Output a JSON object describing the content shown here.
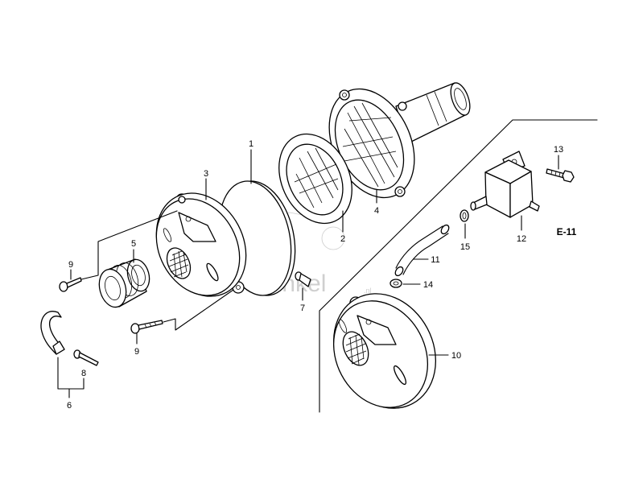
{
  "figure": {
    "reference_code": "E-11"
  },
  "callouts": {
    "p1": "1",
    "p2": "2",
    "p3": "3",
    "p4": "4",
    "p5": "5",
    "p6": "6",
    "p7": "7",
    "p8": "8",
    "p9": "9",
    "p10": "10",
    "p11": "11",
    "p12": "12",
    "p13": "13",
    "p14": "14",
    "p15": "15"
  },
  "watermark": {
    "digit": "4",
    "word1": "takt",
    "word2": "winkel",
    "suffix": ".nl"
  },
  "colors": {
    "line": "#000000",
    "paper": "#ffffff",
    "watermark": "#9a9a9a"
  }
}
